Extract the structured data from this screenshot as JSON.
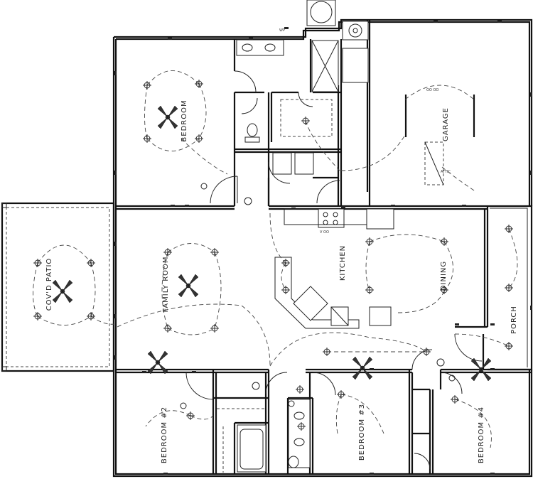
{
  "rooms": {
    "bedroom": "BEDROOM",
    "garage": "GARAGE",
    "covered_patio": "COV'D PATIO",
    "family_room": "FAMILY ROOM",
    "kitchen": "KITCHEN",
    "dining": "DINING",
    "porch": "PORCH",
    "bedroom2": "BEDROOM #2",
    "bedroom3": "BEDROOM #3",
    "bedroom4": "BEDROOM #4"
  }
}
